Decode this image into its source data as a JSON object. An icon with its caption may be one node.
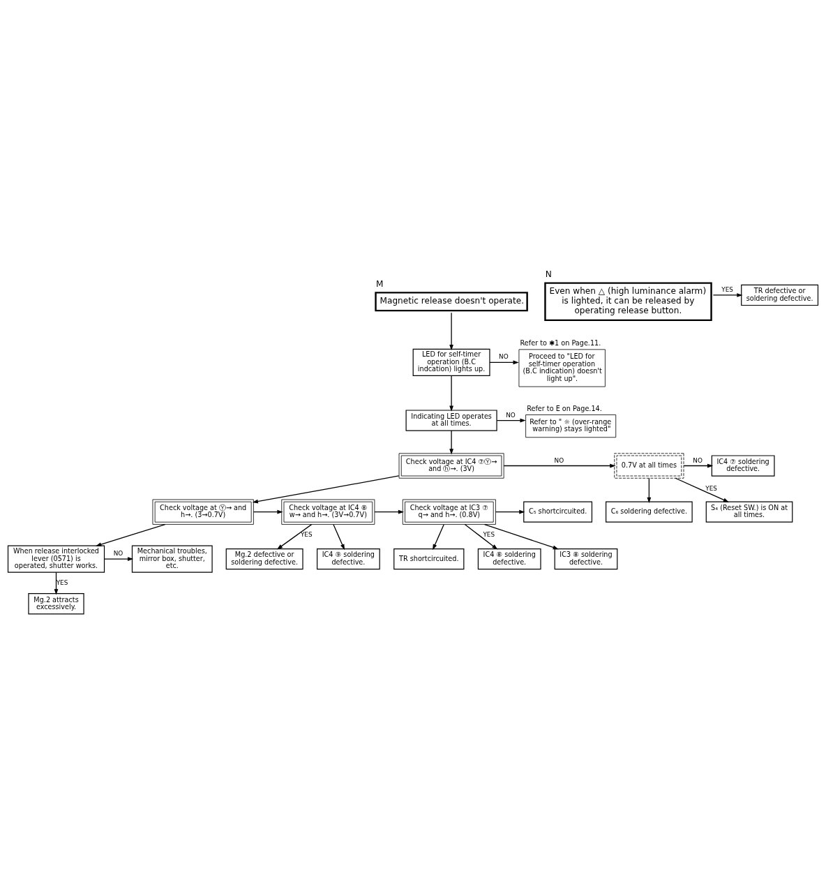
{
  "diagram": {
    "nodes": [
      {
        "text": [
          "Magnetic release doesn't operate."
        ],
        "beside": [
          "M"
        ]
      },
      {
        "text": [
          "LED for self-timer operation (B.C indcation) lights up."
        ]
      },
      {
        "text": [
          "Proceed to \"LED for self-timer operation (B.C indication) doesn't light up\"."
        ],
        "beside": [
          "Refer to ✱1 on Page.11."
        ]
      },
      {
        "text": [
          "Indicating LED operates at all times."
        ]
      },
      {
        "text": [
          "Refer to \" ☼ (over-range warning) stays lighted\""
        ],
        "beside": [
          "Refer to E on Page.14."
        ]
      },
      {
        "text": [
          "Check voltage at IC4 ⑦Ⓨ→ and ⓗ→. (3V)"
        ]
      },
      {
        "text": [
          "0.7V at all times"
        ]
      },
      {
        "text": [
          "IC4 ⑦ soldering defective."
        ]
      },
      {
        "text": [
          "C₆ soldering defective."
        ]
      },
      {
        "text": [
          "S₄ (Reset SW.) is ON at all times."
        ]
      },
      {
        "text": [
          "Check voltage at Ⓨ→ and h→. (3→0.7V)"
        ]
      },
      {
        "text": [
          "Check voltage at IC4 ⑧ w→ and h→. (3V→0.7V)"
        ]
      },
      {
        "text": [
          "Check voltage at IC3 ⑦ q→ and h→. (0.8V)"
        ]
      },
      {
        "text": [
          "C₅ shortcircuited."
        ]
      },
      {
        "text": [
          "TR shortcircuited."
        ]
      },
      {
        "text": [
          "IC4 ⑧ soldering defective."
        ]
      },
      {
        "text": [
          "IC3 ⑧ soldering defective."
        ]
      },
      {
        "text": [
          "Mg.2 defective or soldering defective."
        ]
      },
      {
        "text": [
          "IC4 ⑨ soldering defective."
        ]
      },
      {
        "text": [
          "When release interlocked lever (0571) is operated, shutter works."
        ]
      },
      {
        "text": [
          "Mechanical troubles, mirror box, shutter, etc."
        ]
      },
      {
        "text": [
          "Mg.2 attracts excessively."
        ]
      },
      {
        "text": [
          "Even when △ (high luminance alarm) is lighted, it can be released by operating release button."
        ],
        "beside": [
          "N"
        ]
      },
      {
        "text": [
          "TR defective or soldering defective."
        ]
      }
    ],
    "edges": [
      {
        "from": 0,
        "to": 1,
        "arrow": "to"
      },
      {
        "from": 1,
        "to": 2,
        "arrow": "to",
        "label": "NO"
      },
      {
        "from": 1,
        "to": 3,
        "arrow": "to"
      },
      {
        "from": 3,
        "to": 4,
        "arrow": "to",
        "label": "NO"
      },
      {
        "from": 3,
        "to": 5,
        "arrow": "to"
      },
      {
        "from": 5,
        "to": 6,
        "arrow": "to",
        "label": "NO"
      },
      {
        "from": 6,
        "to": 7,
        "arrow": "to",
        "label": "NO"
      },
      {
        "from": 6,
        "to": 8,
        "arrow": "to"
      },
      {
        "from": 6,
        "to": 9,
        "arrow": "to",
        "label": "YES"
      },
      {
        "from": 5,
        "to": 10,
        "arrow": "to"
      },
      {
        "from": 10,
        "to": 11,
        "arrow": "to"
      },
      {
        "from": 11,
        "to": 12,
        "arrow": "to"
      },
      {
        "from": 12,
        "to": 13,
        "arrow": "to"
      },
      {
        "from": 12,
        "to": 14,
        "arrow": "to"
      },
      {
        "from": 12,
        "to": 15,
        "arrow": "to",
        "label": "YES"
      },
      {
        "from": 12,
        "to": 16,
        "arrow": "to"
      },
      {
        "from": 11,
        "to": 17,
        "arrow": "to",
        "label": "YES"
      },
      {
        "from": 11,
        "to": 18,
        "arrow": "to"
      },
      {
        "from": 10,
        "to": 19,
        "arrow": "to"
      },
      {
        "from": 19,
        "to": 20,
        "arrow": "to",
        "label": "NO"
      },
      {
        "from": 19,
        "to": 21,
        "arrow": "to",
        "label": "YES"
      },
      {
        "from": 22,
        "to": 23,
        "arrow": "to",
        "label": "YES"
      }
    ]
  }
}
